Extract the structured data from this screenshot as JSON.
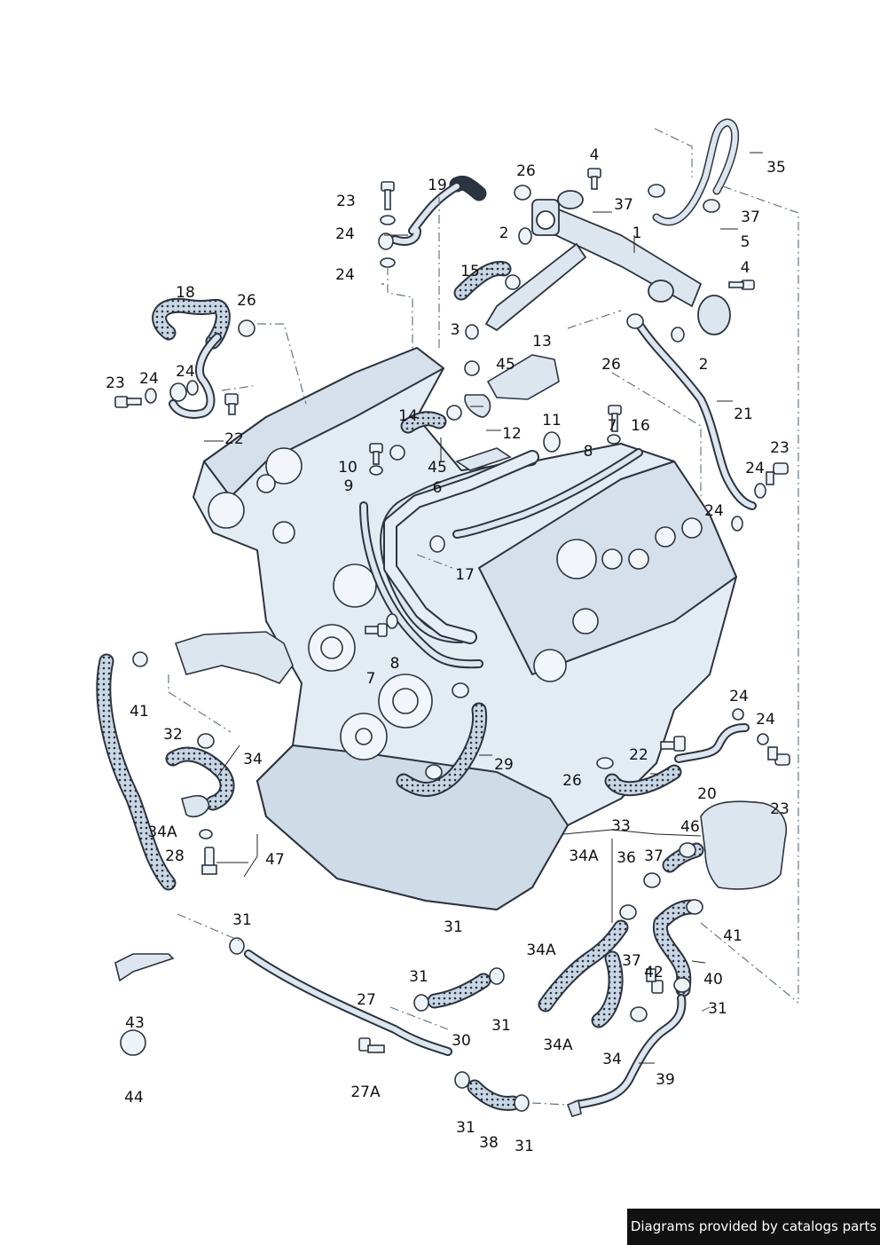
{
  "credit": "Diagrams provided by catalogs parts",
  "colors": {
    "part_fill": "#dde6ef",
    "part_stroke": "#2b3440",
    "hose_pattern": "#c9d6e3",
    "leader": "#667788"
  },
  "labels": [
    "1",
    "2",
    "2",
    "3",
    "4",
    "4",
    "5",
    "6",
    "7",
    "7",
    "8",
    "8",
    "9",
    "10",
    "11",
    "12",
    "13",
    "14",
    "15",
    "16",
    "17",
    "18",
    "19",
    "20",
    "21",
    "22",
    "22",
    "23",
    "23",
    "23",
    "23",
    "24",
    "24",
    "24",
    "24",
    "24",
    "24",
    "24",
    "24",
    "26",
    "26",
    "26",
    "26",
    "27",
    "27A",
    "28",
    "29",
    "30",
    "31",
    "31",
    "31",
    "31",
    "31",
    "31",
    "31",
    "32",
    "33",
    "34",
    "34",
    "34A",
    "34A",
    "34A",
    "34A",
    "35",
    "36",
    "37",
    "37",
    "37",
    "37",
    "38",
    "39",
    "40",
    "41",
    "41",
    "42",
    "43",
    "44",
    "45",
    "45",
    "46",
    "47"
  ]
}
